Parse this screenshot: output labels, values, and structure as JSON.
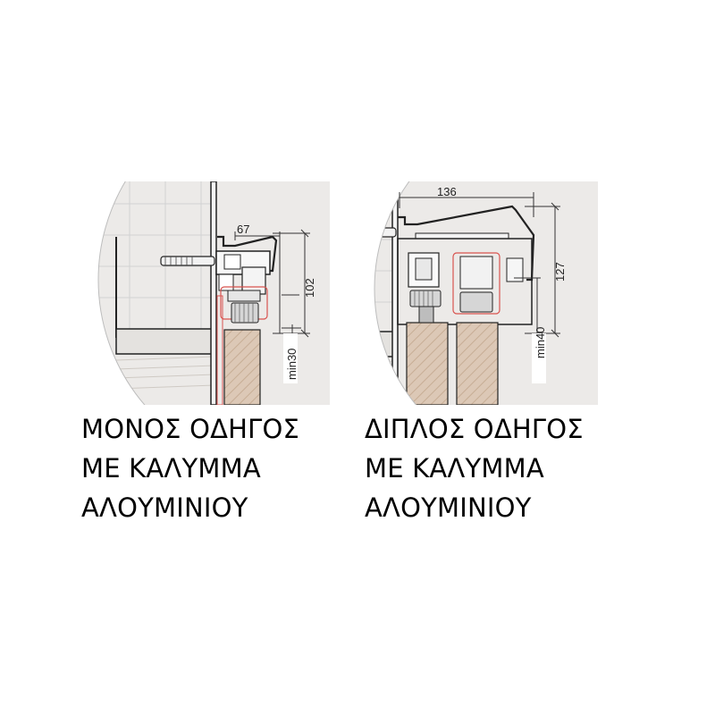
{
  "panels": [
    {
      "id": "single-track",
      "dimensions": {
        "width": "67",
        "height": "102",
        "min_clearance": "min30"
      },
      "caption_lines": [
        "ΜΟΝΟΣ ΟΔΗΓΟΣ",
        "ΜΕ ΚΑΛΥΜΜΑ",
        "ΑΛΟΥΜΙΝΙΟΥ"
      ]
    },
    {
      "id": "double-track",
      "dimensions": {
        "width": "136",
        "height": "127",
        "min_clearance": "min40"
      },
      "caption_lines": [
        "ΔΙΠΛΟΣ ΟΔΗΓΟΣ",
        "ΜΕ ΚΑΛΥΜΜΑ",
        "ΑΛΟΥΜΙΝΙΟΥ"
      ]
    }
  ],
  "colors": {
    "panel_background": "#eceae8",
    "outline": "#222222",
    "door_wood": "#dcc8b6",
    "highlight_red": "#d9534f",
    "tile_grid": "#cfcfcf"
  }
}
